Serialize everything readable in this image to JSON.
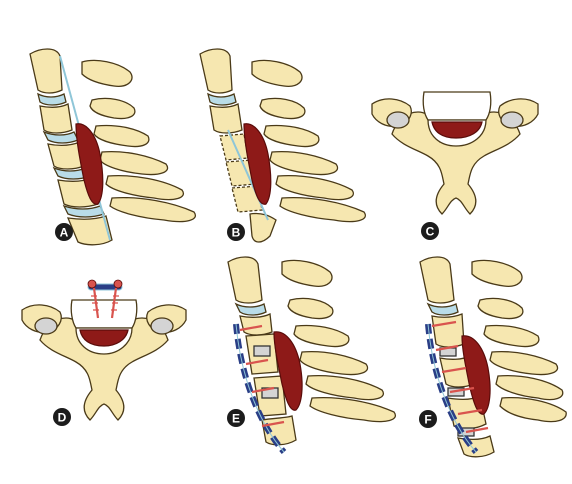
{
  "panels": [
    {
      "id": "A",
      "label": "A",
      "view": "lateral"
    },
    {
      "id": "B",
      "label": "B",
      "view": "lateral"
    },
    {
      "id": "C",
      "label": "C",
      "view": "axial"
    },
    {
      "id": "D",
      "label": "D",
      "view": "axial"
    },
    {
      "id": "E",
      "label": "E",
      "view": "lateral"
    },
    {
      "id": "F",
      "label": "F",
      "view": "lateral"
    }
  ],
  "colors": {
    "bone": "#f6e7b0",
    "bone_outline": "#4a3a18",
    "disc": "#b9dce8",
    "lesion": "#8e1a18",
    "lesion_dark": "#5a0c0a",
    "anterior_plate": "#2a3e86",
    "anterior_plate_edge": "#8fc6d8",
    "screw": "#d9544e",
    "spacer": "#d4d4d4",
    "label_bg": "#1c1c1c"
  }
}
